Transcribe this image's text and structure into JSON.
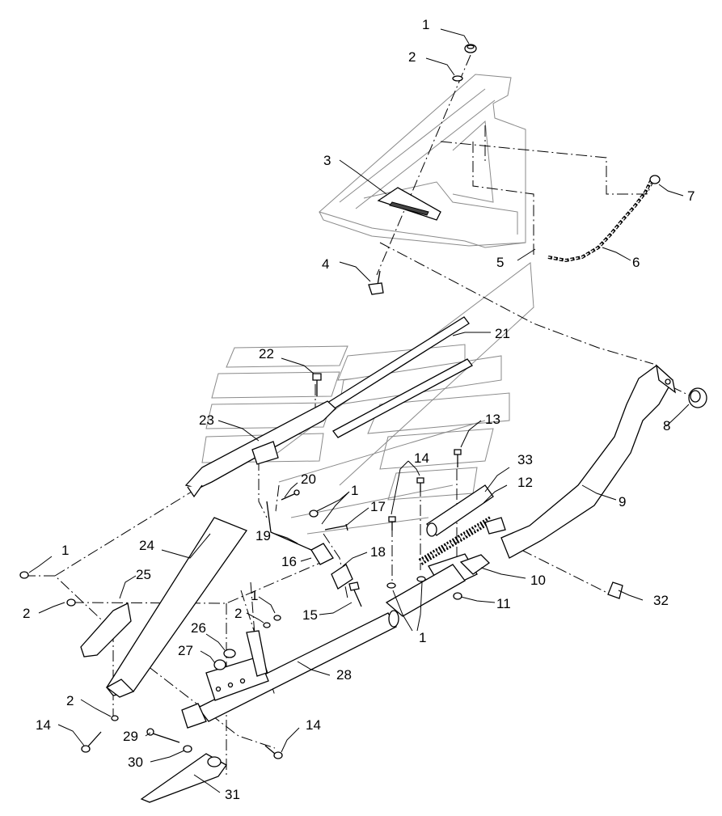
{
  "colors": {
    "ink": "#000000",
    "ghost": "#8a8a8a",
    "background": "#ffffff"
  },
  "callouts": [
    {
      "id": "c1a",
      "text": "1"
    },
    {
      "id": "c2a",
      "text": "2"
    },
    {
      "id": "c3",
      "text": "3"
    },
    {
      "id": "c4",
      "text": "4"
    },
    {
      "id": "c5",
      "text": "5"
    },
    {
      "id": "c6",
      "text": "6"
    },
    {
      "id": "c7",
      "text": "7"
    },
    {
      "id": "c8",
      "text": "8"
    },
    {
      "id": "c9",
      "text": "9"
    },
    {
      "id": "c10",
      "text": "10"
    },
    {
      "id": "c11",
      "text": "11"
    },
    {
      "id": "c12",
      "text": "12"
    },
    {
      "id": "c13",
      "text": "13"
    },
    {
      "id": "c14a",
      "text": "14"
    },
    {
      "id": "c1b",
      "text": "1"
    },
    {
      "id": "c33",
      "text": "33"
    },
    {
      "id": "c17",
      "text": "17"
    },
    {
      "id": "c18",
      "text": "18"
    },
    {
      "id": "c16",
      "text": "16"
    },
    {
      "id": "c19",
      "text": "19"
    },
    {
      "id": "c20",
      "text": "20"
    },
    {
      "id": "c21",
      "text": "21"
    },
    {
      "id": "c22",
      "text": "22"
    },
    {
      "id": "c23",
      "text": "23"
    },
    {
      "id": "c24",
      "text": "24"
    },
    {
      "id": "c25",
      "text": "25"
    },
    {
      "id": "c1c",
      "text": "1"
    },
    {
      "id": "c2b",
      "text": "2"
    },
    {
      "id": "c1d",
      "text": "1"
    },
    {
      "id": "c2c",
      "text": "2"
    },
    {
      "id": "c15",
      "text": "15"
    },
    {
      "id": "c26",
      "text": "26"
    },
    {
      "id": "c27",
      "text": "27"
    },
    {
      "id": "c28",
      "text": "28"
    },
    {
      "id": "c1e",
      "text": "1"
    },
    {
      "id": "c32",
      "text": "32"
    },
    {
      "id": "c2d",
      "text": "2"
    },
    {
      "id": "c14b",
      "text": "14"
    },
    {
      "id": "c29",
      "text": "29"
    },
    {
      "id": "c30",
      "text": "30"
    },
    {
      "id": "c31",
      "text": "31"
    },
    {
      "id": "c14c",
      "text": "14"
    }
  ]
}
